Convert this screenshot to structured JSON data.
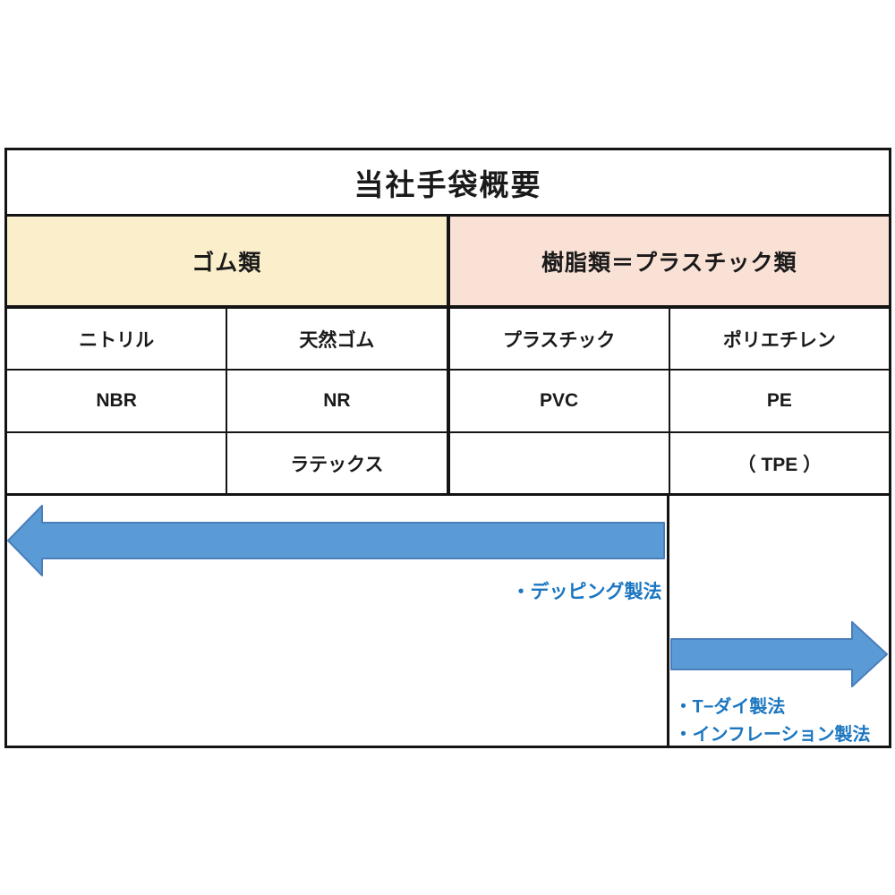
{
  "table": {
    "title": "当社手袋概要",
    "categories": [
      {
        "label": "ゴム類"
      },
      {
        "label": "樹脂類＝プラスチック類"
      }
    ],
    "columns": [
      {
        "name": "ニトリル",
        "code": "NBR",
        "extra": ""
      },
      {
        "name": "天然ゴム",
        "code": "NR",
        "extra": "ラテックス"
      },
      {
        "name": "プラスチック",
        "code": "PVC",
        "extra": ""
      },
      {
        "name": "ポリエチレン",
        "code": "PE",
        "extra": "（ TPE ）"
      }
    ],
    "methods": {
      "rubber": {
        "arrow_direction": "left",
        "label": "・デッピング製法"
      },
      "plastic": {
        "arrow_direction": "right",
        "labels": [
          "・T−ダイ製法",
          "・インフレーション製法"
        ]
      }
    },
    "colors": {
      "rubber-bg": "#FBEECB",
      "plastic-bg": "#FAE1D6",
      "arrow-fill": "#5B9BD5",
      "arrow-stroke": "#4A7EBB",
      "method-text": "#1B76C0",
      "border": "#141414",
      "text": "#1A1A1A"
    }
  }
}
